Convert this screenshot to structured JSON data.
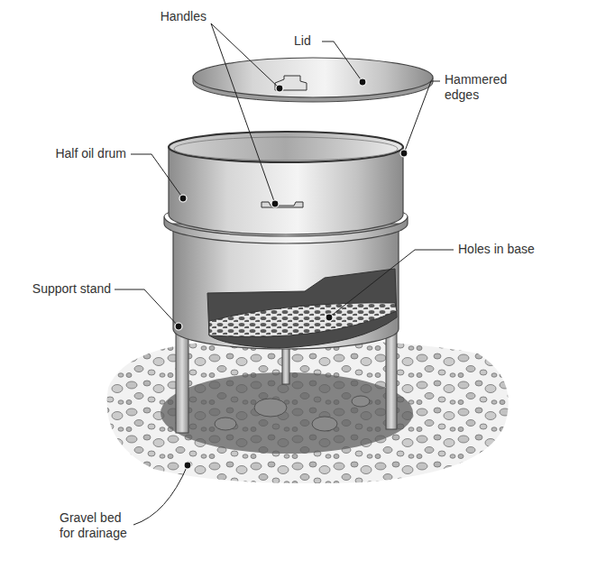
{
  "diagram": {
    "labels": [
      "Handles",
      "Lid",
      "Hammered edges",
      "Half oil drum",
      "Holes in base",
      "Support stand",
      "Gravel bed for drainage"
    ]
  }
}
